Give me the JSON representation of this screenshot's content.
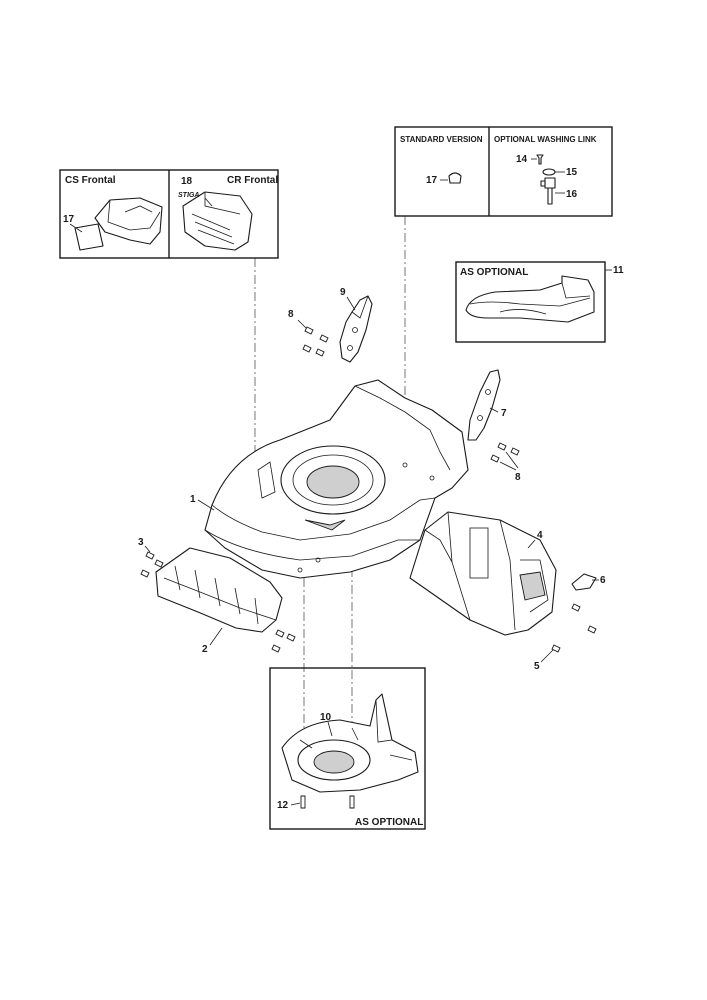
{
  "boxes": {
    "cs_frontal": "CS Frontal",
    "cr_frontal": "CR Frontal",
    "standard_version": "STANDARD VERSION",
    "optional_washing_link": "OPTIONAL WASHING LINK",
    "as_optional_top": "AS OPTIONAL",
    "as_optional_bottom": "AS OPTIONAL"
  },
  "logo_text": "STIGA",
  "callouts": {
    "c1": "1",
    "c2": "2",
    "c3": "3",
    "c4": "4",
    "c5": "5",
    "c6": "6",
    "c7": "7",
    "c8a": "8",
    "c8b": "8",
    "c9": "9",
    "c10": "10",
    "c11": "11",
    "c12": "12",
    "c14": "14",
    "c15": "15",
    "c16": "16",
    "c17a": "17",
    "c17b": "17",
    "c18": "18"
  }
}
